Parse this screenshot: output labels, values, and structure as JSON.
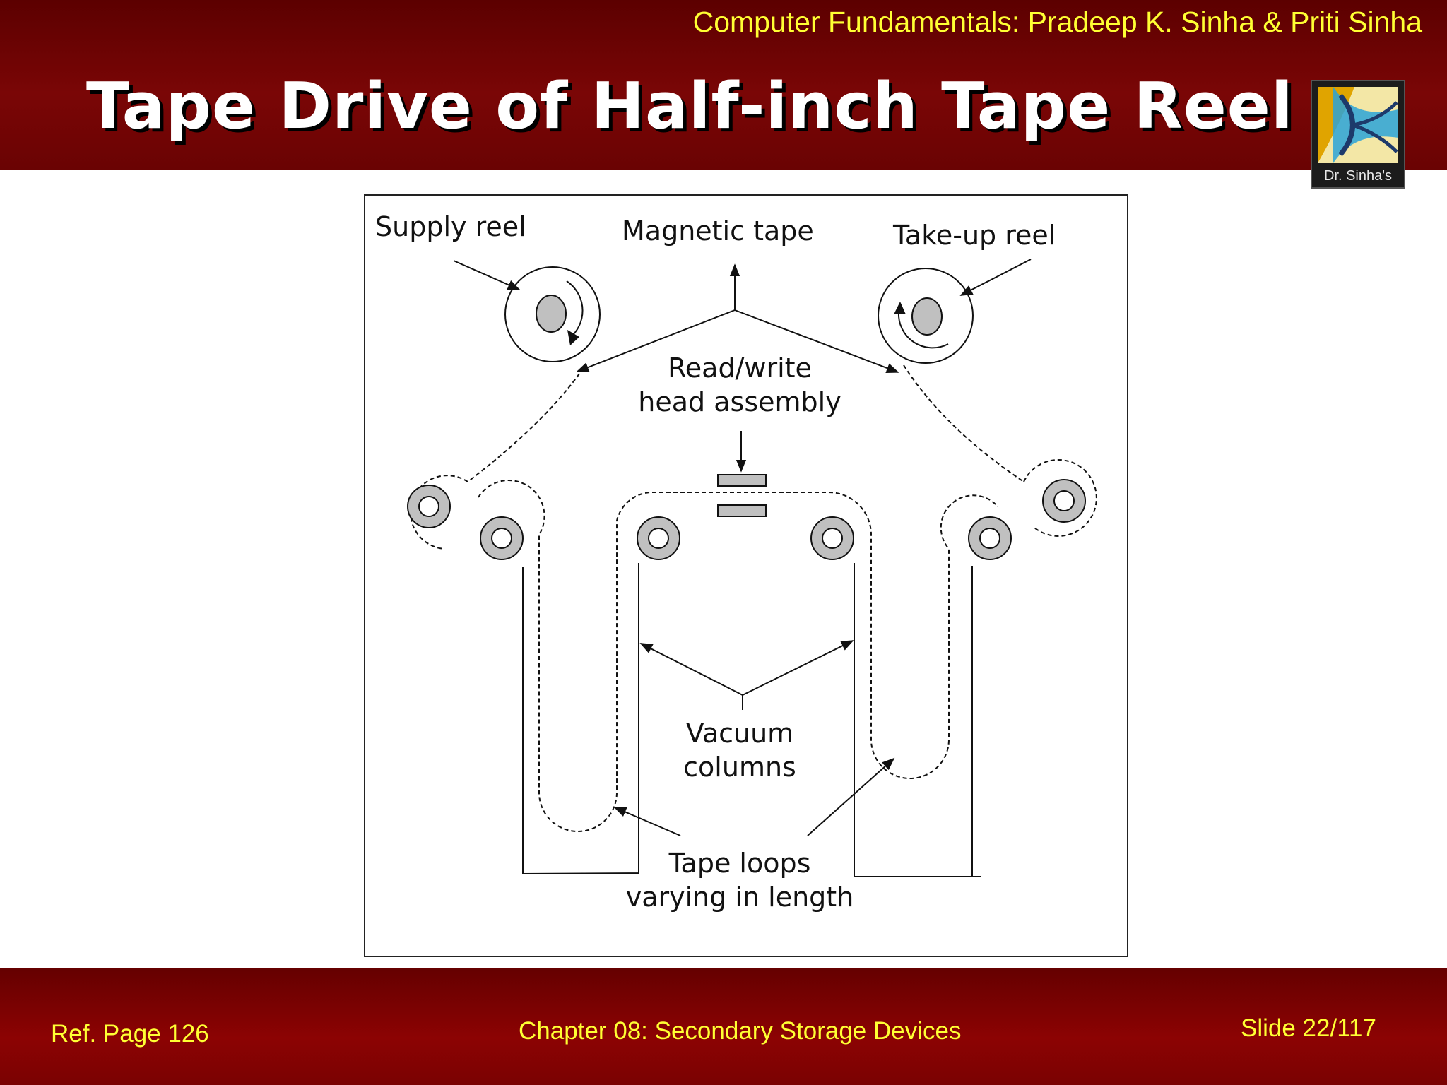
{
  "header": {
    "book_credit": "Computer Fundamentals: Pradeep K. Sinha & Priti Sinha",
    "title": "Tape Drive of Half-inch Tape Reel",
    "logo_text": "Dr. Sinha's"
  },
  "diagram": {
    "labels": {
      "supply_reel": "Supply reel",
      "magnetic_tape": "Magnetic tape",
      "take_up_reel": "Take-up reel",
      "read_write_line1": "Read/write",
      "read_write_line2": "head assembly",
      "vacuum_line1": "Vacuum",
      "vacuum_line2": "columns",
      "tape_loops_line1": "Tape loops",
      "tape_loops_line2": "varying in length"
    }
  },
  "footer": {
    "ref_page": "Ref. Page  126",
    "chapter": "Chapter 08: Secondary Storage Devices",
    "slide": "Slide 22/117"
  },
  "colors": {
    "header_bg": "#6a0303",
    "footer_bg": "#8c0303",
    "accent_text": "#ffff33",
    "title_text": "#ffffff",
    "component_fill": "#c0c0c0"
  }
}
